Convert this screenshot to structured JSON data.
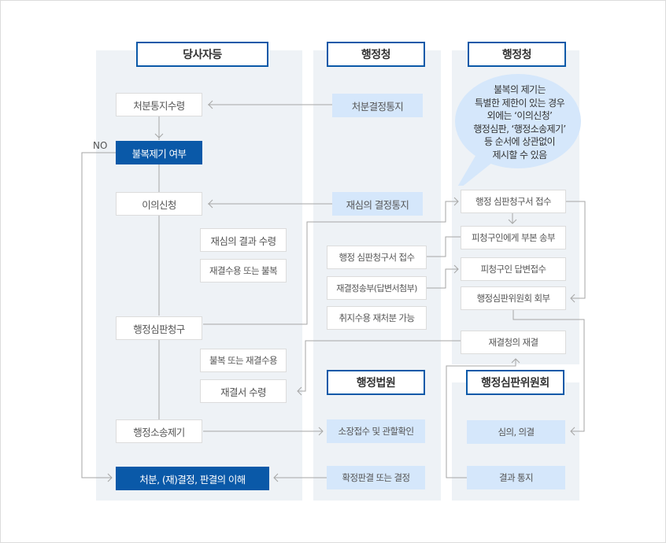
{
  "columns": {
    "party": {
      "title": "당사자등"
    },
    "agency": {
      "title": "행정청"
    },
    "agency2": {
      "title": "행정청"
    },
    "court": {
      "title": "행정법원"
    },
    "committee": {
      "title": "행정심판위원회"
    }
  },
  "party_steps": {
    "notice_received": "처분통지수령",
    "objection_decision": "불복제기 여부",
    "objection_filing": "이의신청",
    "reexam_result": "재심의 결과 수령",
    "accept_or_object": "재결수용 또는 불복",
    "appeal_request": "행정심판청구",
    "object_or_accept": "불복 또는 재결수용",
    "ruling_received": "재결서 수령",
    "lawsuit_filing": "행정소송제기",
    "final_understanding": "처분, (재)결정, 판결의 이해"
  },
  "agency_steps": {
    "disposition_notice": "처분결정통지",
    "reexam_notice": "재심의 결정통지",
    "appeal_received": "행정 심판청구서 접수",
    "ruling_sent": "재결정송부(답변서첨부)",
    "cancel_redispose": "취지수용 재처분 가능"
  },
  "court_steps": {
    "complaint_received": "소장접수 및 관할확인",
    "final_judgment": "확정판결 또는 결정"
  },
  "agency2_steps": {
    "appeal_received": "행정 심판청구서 접수",
    "copy_sent": "피청구인에게 부본 송부",
    "answer_received": "피청구인 답변접수",
    "committee_referral": "행정심판위원회 회부",
    "agency_ruling": "재결청의 재결"
  },
  "committee_steps": {
    "deliberation": "심의, 의결",
    "result_notice": "결과 통지"
  },
  "labels": {
    "no": "NO"
  },
  "bubble": {
    "line1": "불복의 제기는",
    "line2": "특별한 제한이 있는 경우",
    "line3": "외에는 ‘이의신청’",
    "line4": "행정심판, ‘행정소송제기’",
    "line5": "등 순서에 상관없이",
    "line6": "제시할 수 있음"
  },
  "colors": {
    "primary": "#0a59a8",
    "column_bg": "#eef2f6",
    "light_box": "#d5e7fb",
    "line": "#a6a6a6"
  }
}
